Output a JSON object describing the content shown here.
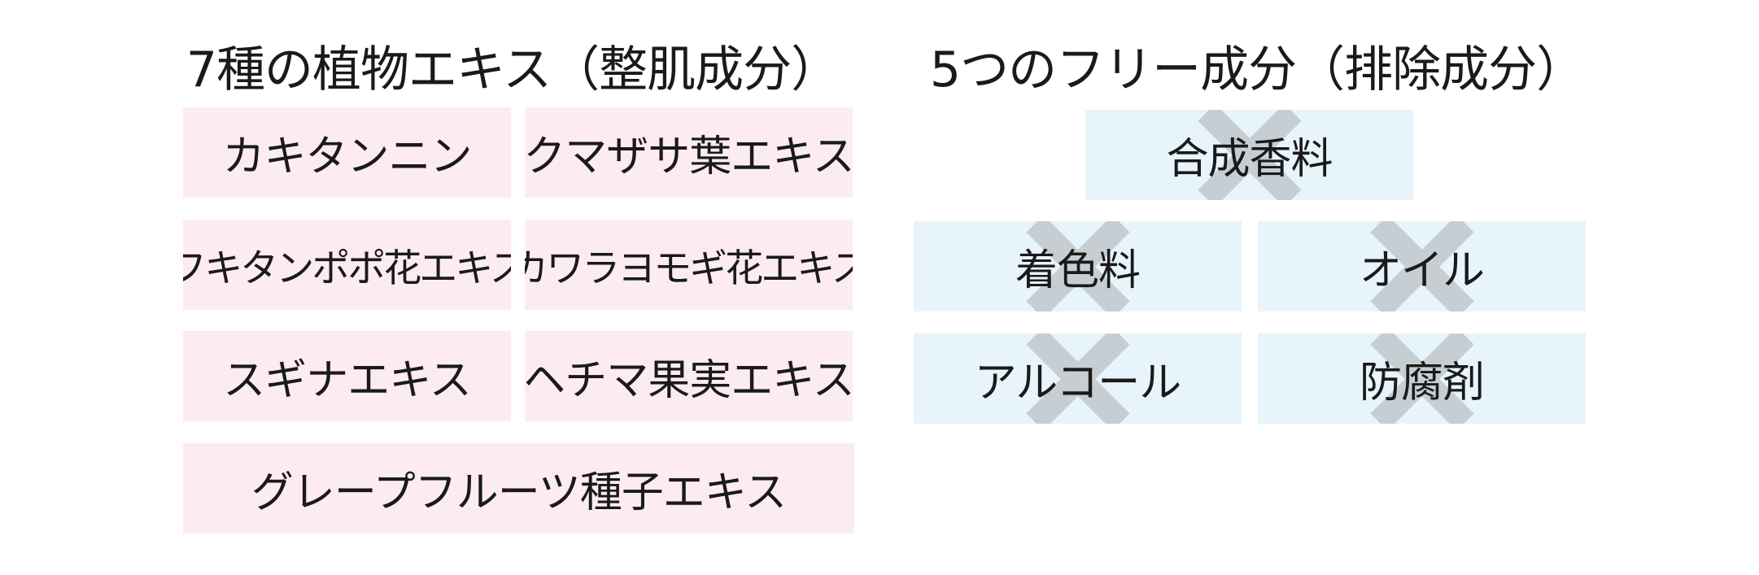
{
  "left_section": {
    "title": "7種の植物エキス（整肌成分）",
    "items": [
      "カキタンニン",
      "クマザサ葉エキス",
      "フキタンポポ花エキス",
      "カワラヨモギ花エキス",
      "スギナエキス",
      "ヘチマ果実エキス",
      "グレープフルーツ種子エキス"
    ]
  },
  "right_section": {
    "title": "5つのフリー成分（排除成分）",
    "items": [
      "合成香料",
      "着色料",
      "オイル",
      "アルコール",
      "防腐剤"
    ]
  },
  "colors": {
    "plant_box_bg": "#fcecf1",
    "free_box_bg": "#e8f4fb",
    "cross_mark": "#c6ced3",
    "text": "#1a1a1a"
  },
  "icons": {
    "excluded_marker": "cross-icon"
  }
}
